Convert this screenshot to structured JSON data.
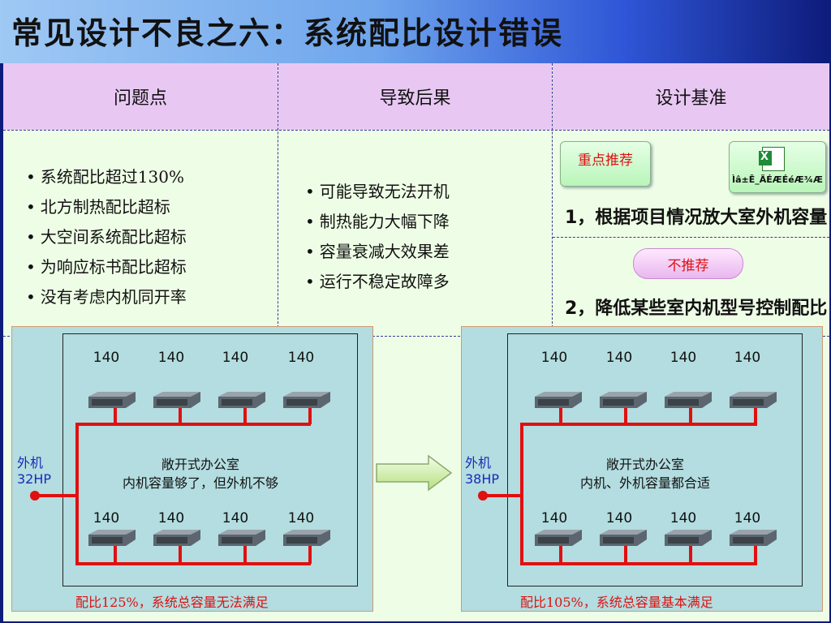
{
  "title": "常见设计不良之六：系统配比设计错误",
  "table": {
    "headers": [
      "问题点",
      "导致后果",
      "设计基准"
    ],
    "problems": [
      "系统配比超过130%",
      "北方制热配比超标",
      "大空间系统配比超标",
      "为响应标书配比超标",
      "没有考虑内机同开率"
    ],
    "consequences": [
      "可能导致无法开机",
      "制热能力大幅下降",
      "容量衰减大效果差",
      "运行不稳定故障多"
    ],
    "standard": {
      "recommended_badge": "重点推荐",
      "file_icon": "excel-icon",
      "file_label": "Ìâ±Ê_ÃÉÆÉéÆ¾Æ",
      "recommendation_1": "1，根据项目情况放大室外机容量",
      "not_recommended_badge": "不推荐",
      "recommendation_2": "2，降低某些室内机型号控制配比"
    }
  },
  "diagrams": [
    {
      "unit_labels_top": [
        "140",
        "140",
        "140",
        "140"
      ],
      "unit_labels_bottom": [
        "140",
        "140",
        "140",
        "140"
      ],
      "outdoor_label": "外机",
      "outdoor_capacity": "32HP",
      "room_line1": "敞开式办公室",
      "room_line2": "内机容量够了，但外机不够",
      "caption": "配比125%，系统总容量无法满足"
    },
    {
      "unit_labels_top": [
        "140",
        "140",
        "140",
        "140"
      ],
      "unit_labels_bottom": [
        "140",
        "140",
        "140",
        "140"
      ],
      "outdoor_label": "外机",
      "outdoor_capacity": "38HP",
      "room_line1": "敞开式办公室",
      "room_line2": "内机、外机容量都合适",
      "caption": "配比105%，系统总容量基本满足"
    }
  ],
  "colors": {
    "pipe": "#e01010",
    "header_bg": "#e8c8f3",
    "panel_bg": "#eefee6",
    "diagram_bg": "#b3dde0"
  }
}
